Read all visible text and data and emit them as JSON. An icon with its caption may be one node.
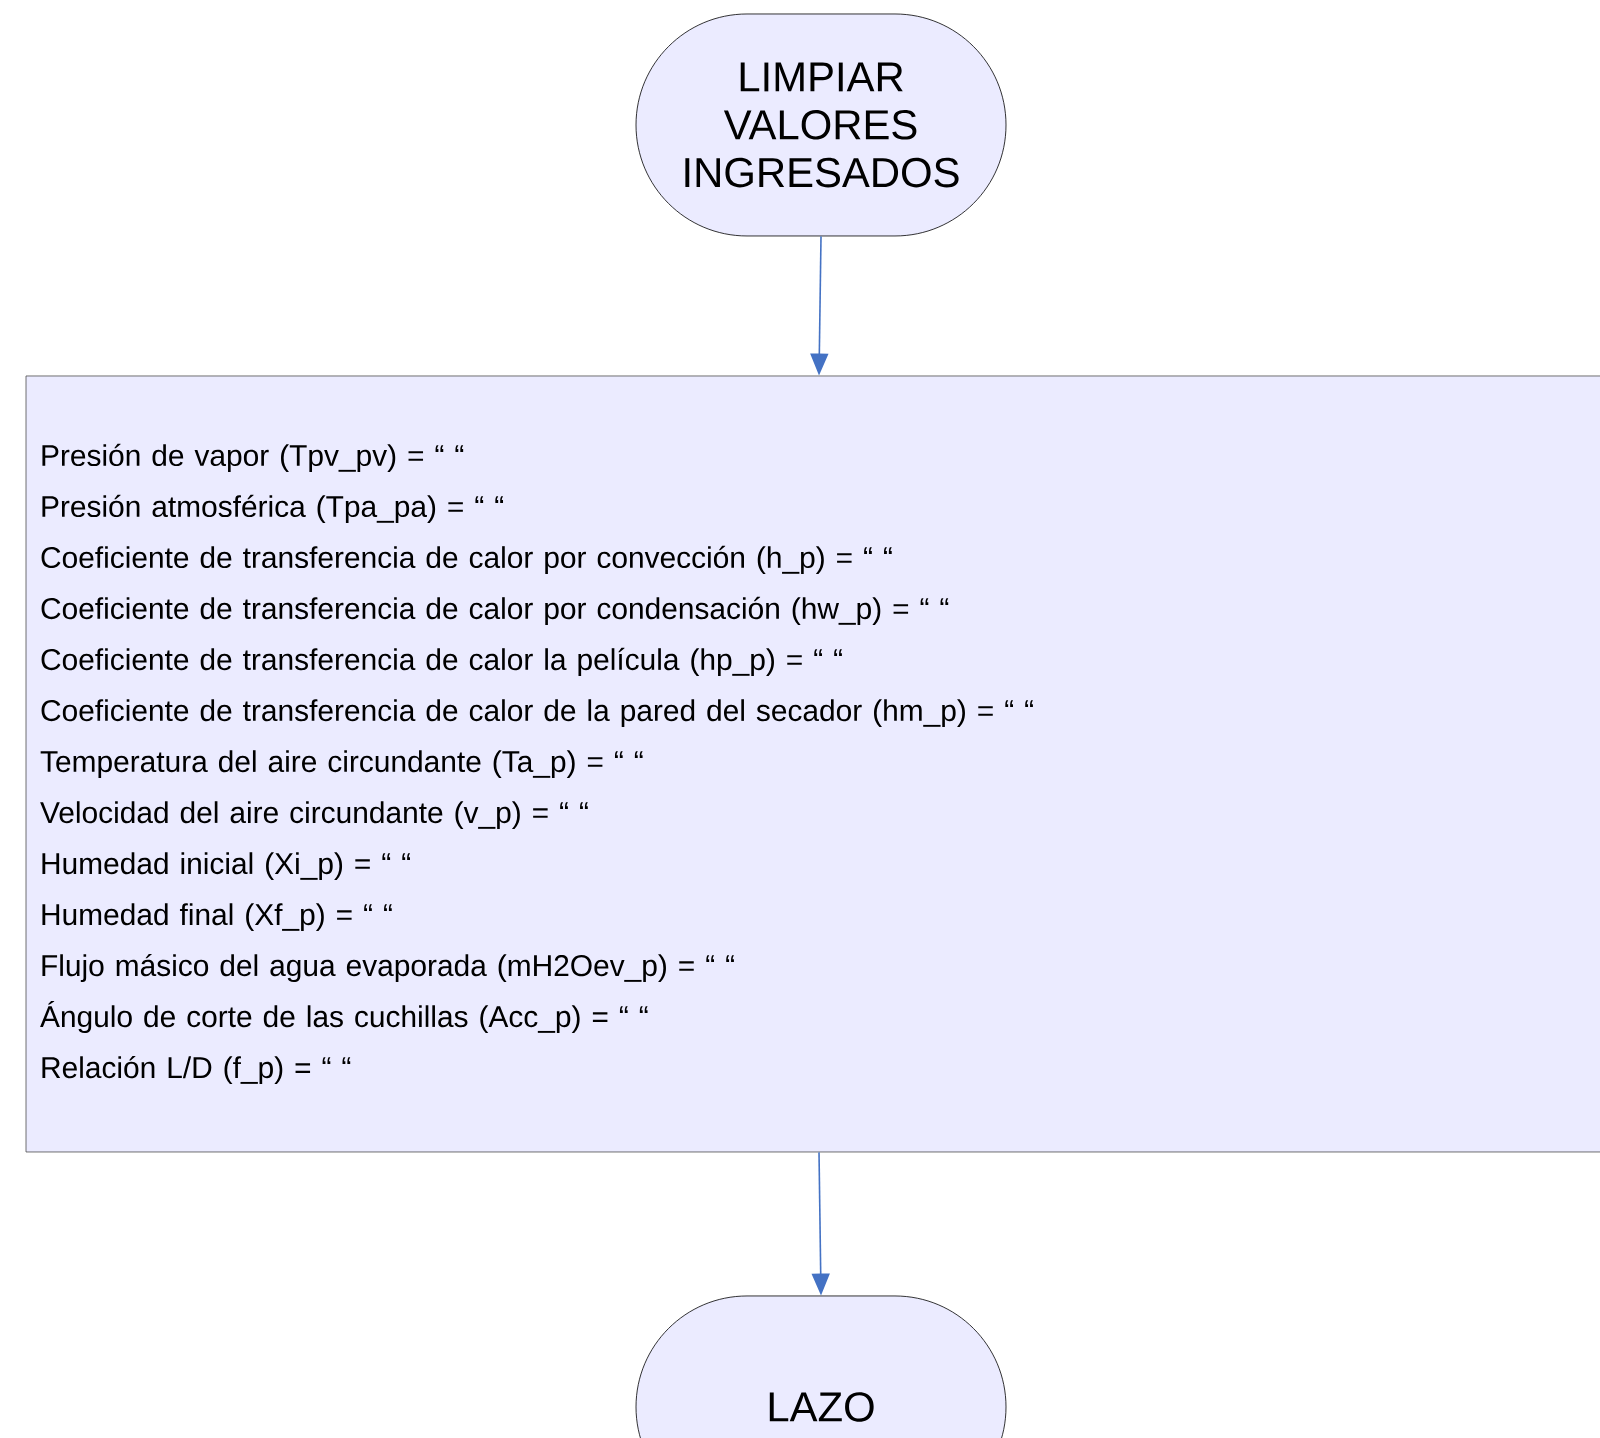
{
  "diagram": {
    "nodes": [
      {
        "text": [
          "LIMPIAR VALORES INGRESADOS"
        ]
      },
      {
        "text": [
          "Presión de vapor (Tpv_pv) = “ “",
          "Presión atmosférica (Tpa_pa) = “ “",
          "Coeficiente de transferencia de calor por convección (h_p) = “ “",
          "Coeficiente de transferencia de calor por condensación (hw_p) = “ “",
          "Coeficiente de transferencia de calor la película (hp_p) = “ “",
          "Coeficiente de transferencia de calor de la pared del secador (hm_p) = “ “",
          "Temperatura del aire circundante (Ta_p) = “ “",
          "Velocidad del aire circundante (v_p) = “ “",
          "Humedad inicial (Xi_p) = “ “",
          "Humedad final (Xf_p) = “ “",
          "Flujo másico del agua evaporada (mH2Oev_p) = “ “",
          "Ángulo de corte de las cuchillas (Acc_p) = “ “",
          "Relación L/D (f_p) = “ “"
        ]
      },
      {
        "text": [
          "LAZO"
        ]
      }
    ],
    "edges": [
      {
        "from": 0,
        "to": 1,
        "arrow": "to"
      },
      {
        "from": 1,
        "to": 2,
        "arrow": "to"
      }
    ]
  }
}
